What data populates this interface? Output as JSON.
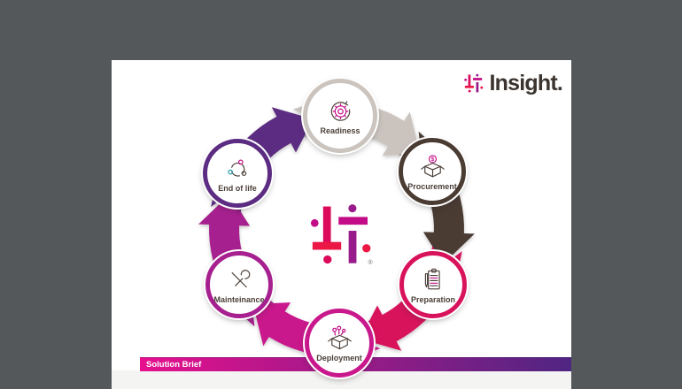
{
  "window": {
    "background": "#54585a",
    "sheet_color": "#ffffff",
    "sub_strip_color": "#f4f4f2"
  },
  "brand": {
    "wordmark": "Insight.",
    "wordmark_color": "#3b342f",
    "logo_colors": {
      "red": "#eb1745",
      "crimson": "#db0a5b",
      "magenta": "#c20b86",
      "purple": "#971b8a"
    }
  },
  "center_logo": {
    "registered_symbol": "®"
  },
  "footer": {
    "label": "Solution Brief",
    "text_color": "#ffffff",
    "gradient_left": "#e6108e",
    "gradient_right": "#4f2582"
  },
  "diagram": {
    "label_color": "#4a3f38",
    "icon_stroke": "#4a3f38",
    "teal_accent": "#2499ad",
    "stages": [
      {
        "id": "readiness",
        "label": "Readiness",
        "icon": "gear-refresh-icon",
        "color": "#cbc4be",
        "angle": -90
      },
      {
        "id": "procurement",
        "label": "Procurement",
        "icon": "box-dollar-icon",
        "color": "#4a3b33",
        "angle": -30
      },
      {
        "id": "preparation",
        "label": "Preparation",
        "icon": "clipboard-checklist-icon",
        "color": "#d8135c",
        "angle": 30
      },
      {
        "id": "deployment",
        "label": "Deployment",
        "icon": "box-unpack-icon",
        "color": "#c9188c",
        "angle": 90
      },
      {
        "id": "mainteinance",
        "label": "Mainteinance",
        "icon": "wrench-screwdriver-icon",
        "color": "#a7208f",
        "angle": 150
      },
      {
        "id": "end-of-life",
        "label": "End of life",
        "icon": "recycle-loop-icon",
        "color": "#5c2c82",
        "angle": 210
      }
    ]
  }
}
